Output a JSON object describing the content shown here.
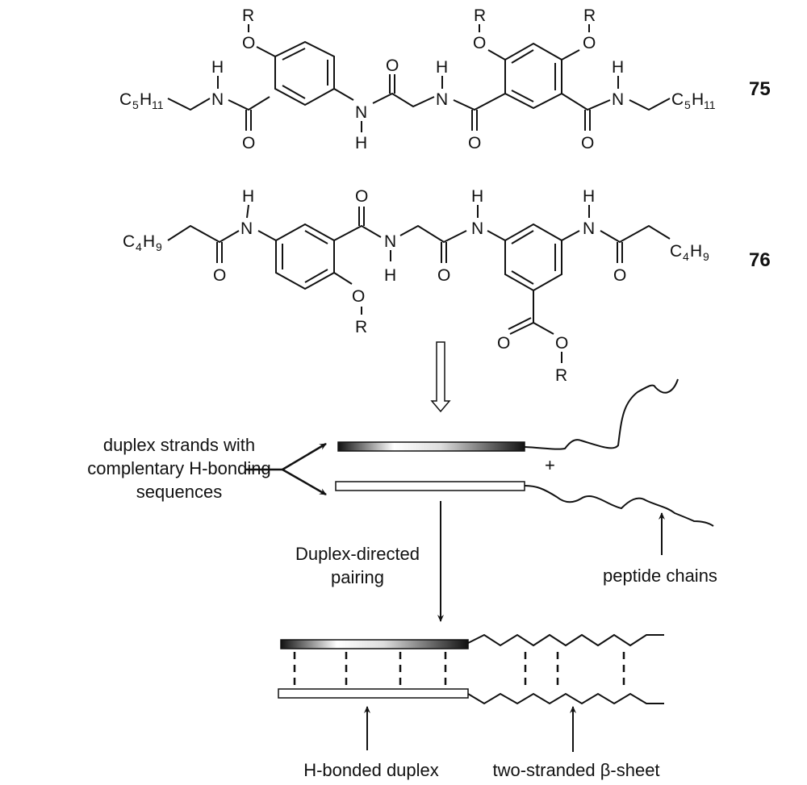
{
  "compounds": [
    {
      "id": "75",
      "label": "75",
      "atoms": {
        "R": "R",
        "O": "O",
        "N": "N",
        "H": "H",
        "C": "C",
        "chain_left": "C",
        "chain_left_sub1": "5",
        "chain_left_H": "H",
        "chain_left_sub2": "11"
      }
    },
    {
      "id": "76",
      "label": "76"
    }
  ],
  "atoms": {
    "R": "R",
    "O": "O",
    "N": "N",
    "H": "H",
    "c5h11": {
      "C": "C",
      "n1": "5",
      "H": "H",
      "n2": "11"
    },
    "c4h9": {
      "C": "C",
      "n1": "4",
      "H": "H",
      "n2": "9"
    }
  },
  "labels": {
    "duplex_strands": [
      "duplex strands with",
      "complentary H-bonding",
      "sequences"
    ],
    "plus": "+",
    "duplex_directed": [
      "Duplex-directed",
      "pairing"
    ],
    "peptide_chains": "peptide chains",
    "h_bonded_duplex": "H-bonded duplex",
    "beta_sheet": "two-stranded β-sheet"
  },
  "colors": {
    "ink": "#111111",
    "background": "#ffffff",
    "strand_dark": "#111111",
    "strand_light": "#ffffff"
  }
}
